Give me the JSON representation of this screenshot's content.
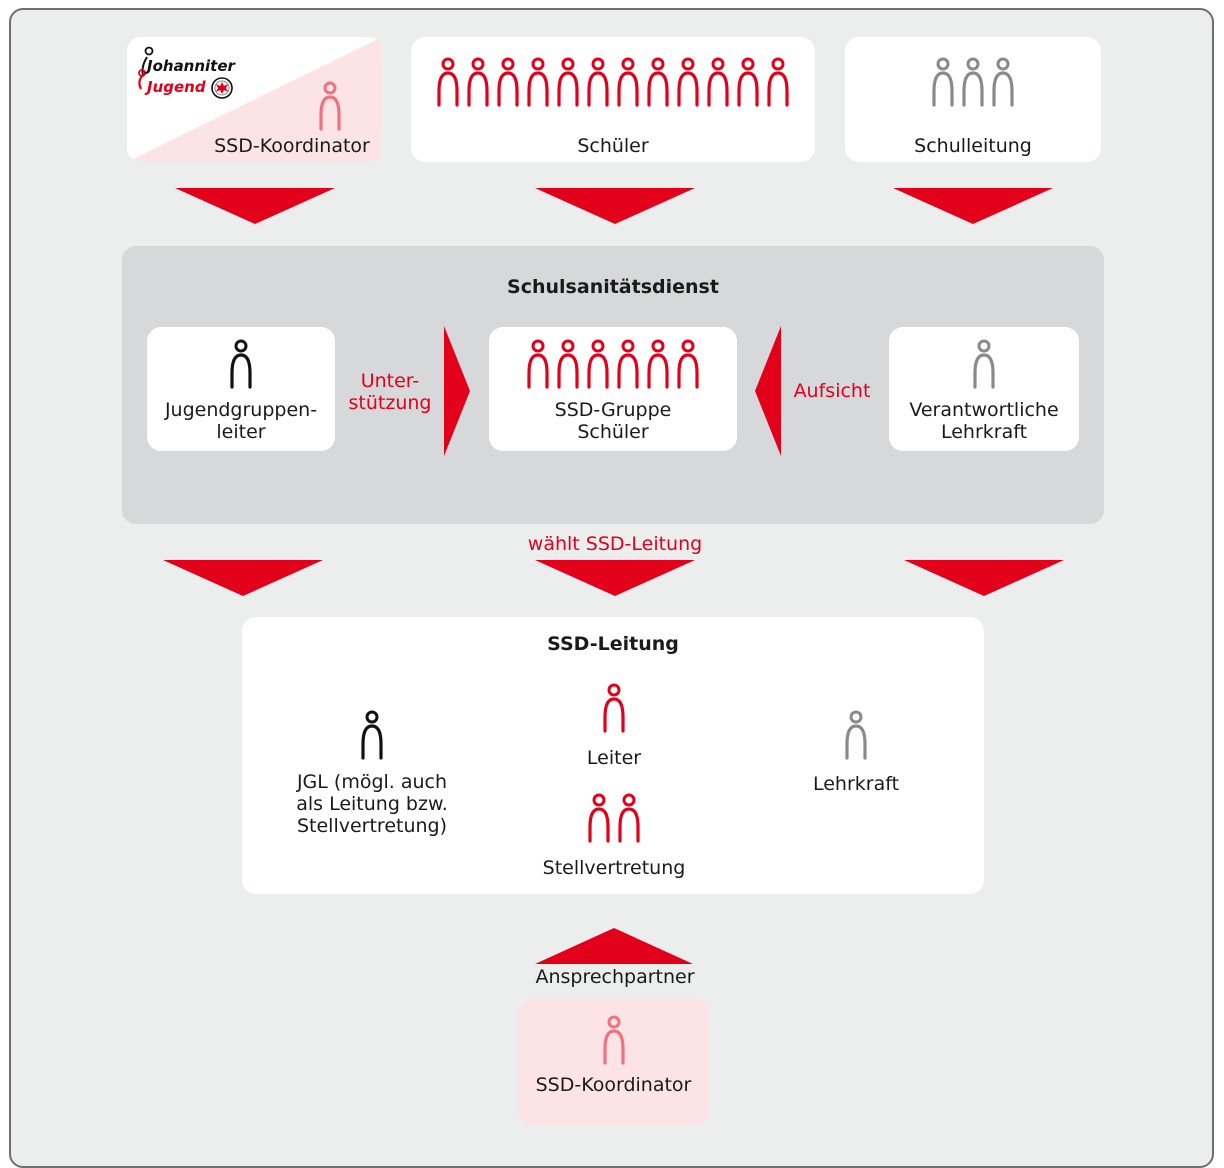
{
  "colors": {
    "red": "#e2001a",
    "black": "#111111",
    "gray": "#8a8a8a",
    "pink": "#f0727f",
    "pink_bg": "#fbe3e6",
    "panel": "#d7d8d9",
    "frame": "#eceded"
  },
  "logo": {
    "line1": "Johanniter",
    "line2": "Jugend",
    "emblem_icon": "johanniter-cross-emblem"
  },
  "top": {
    "koordinator": {
      "label": "SSD-Koordinator",
      "people": 1,
      "color": "pink"
    },
    "schueler": {
      "label": "Schüler",
      "people": 12,
      "color": "red"
    },
    "schulleitung": {
      "label": "Schulleitung",
      "people": 3,
      "color": "gray"
    }
  },
  "middle": {
    "title": "Schulsanitätsdienst",
    "left": {
      "label": "Jugendgruppen-\nleiter",
      "people": 1,
      "color": "black"
    },
    "center": {
      "label": "SSD-Gruppe\nSchüler",
      "people": 6,
      "color": "red"
    },
    "right": {
      "label": "Verantwortliche\nLehrkraft",
      "people": 1,
      "color": "gray"
    },
    "support_label": "Unter-\nstützung",
    "oversight_label": "Aufsicht",
    "elects_label": "wählt SSD-Leitung"
  },
  "leitung": {
    "title": "SSD-Leitung",
    "jgl": {
      "label": "JGL (mögl. auch\nals Leitung bzw.\nStellvertretung)",
      "people": 1,
      "color": "black"
    },
    "leiter": {
      "label": "Leiter",
      "people": 1,
      "color": "red"
    },
    "stellvertretung": {
      "label": "Stellvertretung",
      "people": 2,
      "color": "red"
    },
    "lehrkraft": {
      "label": "Lehrkraft",
      "people": 1,
      "color": "gray"
    }
  },
  "bottom": {
    "contact_label": "Ansprechpartner",
    "koordinator": {
      "label": "SSD-Koordinator",
      "people": 1,
      "color": "pink"
    }
  }
}
